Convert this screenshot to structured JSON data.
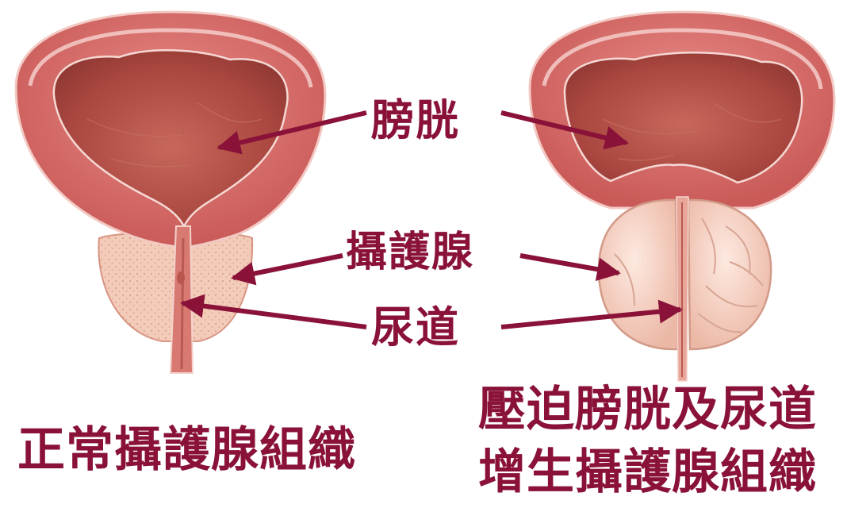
{
  "labels": {
    "bladder": "膀胱",
    "prostate": "攝護腺",
    "urethra": "尿道"
  },
  "captions": {
    "normal": "正常攝護腺組織",
    "bph_line1": "壓迫膀胱及尿道",
    "bph_line2": "增生攝護腺組織"
  },
  "colors": {
    "label_text": "#8a1238",
    "arrow": "#8a1238",
    "bladder_wall": "#d9726f",
    "bladder_inner": "#b0504a",
    "prostate_normal": "#f0c2ae",
    "prostate_enlarged": "#f7d6c8"
  }
}
